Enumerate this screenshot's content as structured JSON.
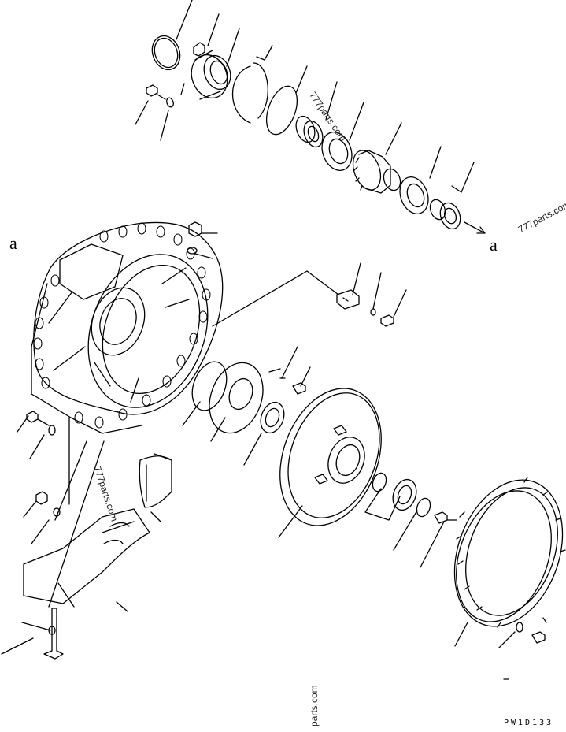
{
  "diagram": {
    "callout_markers": {
      "left": "a",
      "right": "a"
    },
    "drawing_code": "PW1D133",
    "watermarks": [
      "777parts.com",
      "777parts.com",
      "777parts.com",
      "parts.com"
    ],
    "line_color": "#000000",
    "background": "#ffffff"
  }
}
